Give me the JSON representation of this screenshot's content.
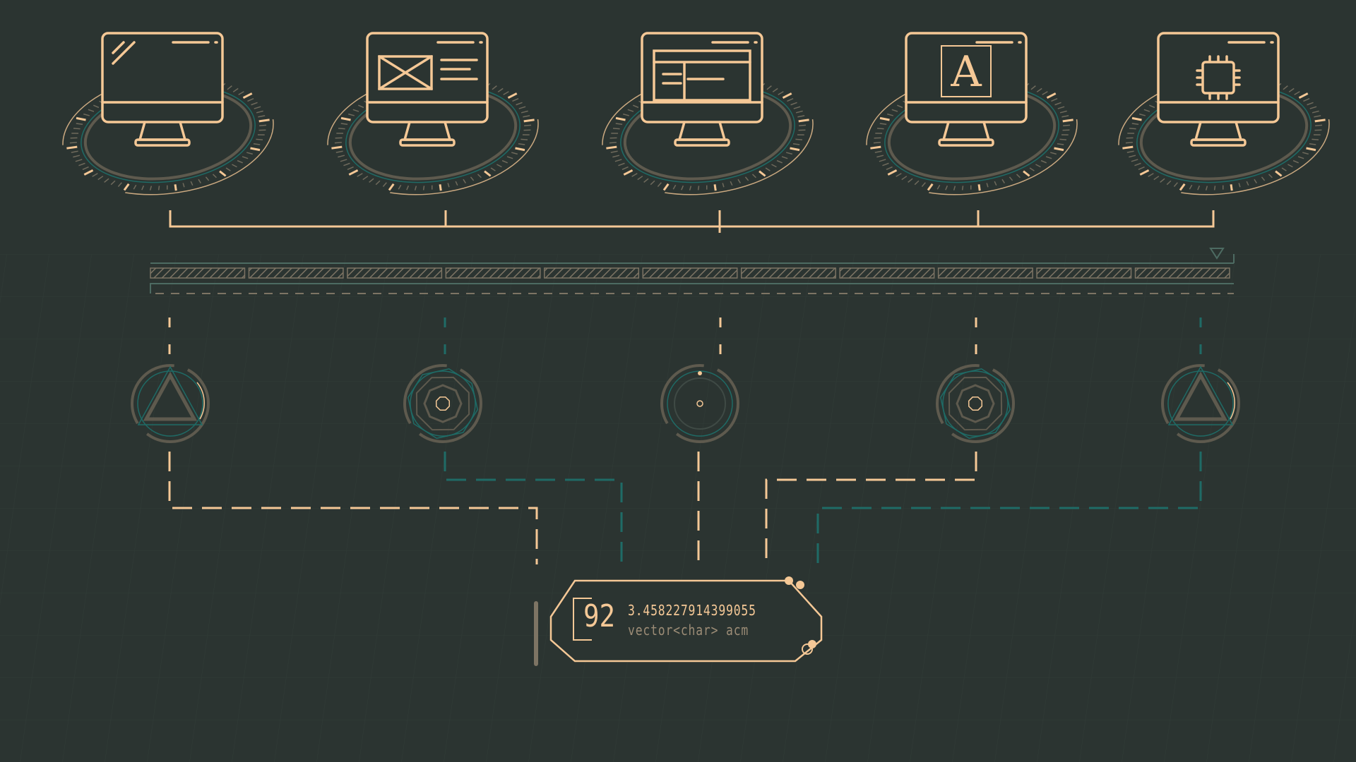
{
  "colors": {
    "background": "#2b3431",
    "accent": "#f5c896",
    "teal": "#1f6b66",
    "muted": "#5e5a4e"
  },
  "workstations": [
    {
      "id": "monitor-glass",
      "icon": "monitor-icon"
    },
    {
      "id": "monitor-wireframe",
      "icon": "wireframe-layout-icon"
    },
    {
      "id": "monitor-browser",
      "icon": "browser-window-icon"
    },
    {
      "id": "monitor-typography",
      "icon": "font-vector-icon"
    },
    {
      "id": "monitor-chip",
      "icon": "cpu-chip-icon"
    }
  ],
  "nodes": [
    {
      "icon": "triangle-node-icon"
    },
    {
      "icon": "octagon-node-icon"
    },
    {
      "icon": "circle-node-icon"
    },
    {
      "icon": "octagon-node-icon"
    },
    {
      "icon": "triangle-node-icon"
    }
  ],
  "progress": {
    "segments": 11,
    "filled_fraction": 1.0
  },
  "readout": {
    "index": "92",
    "value": "3.458227914399055",
    "type_label": "vector<char> acm"
  }
}
